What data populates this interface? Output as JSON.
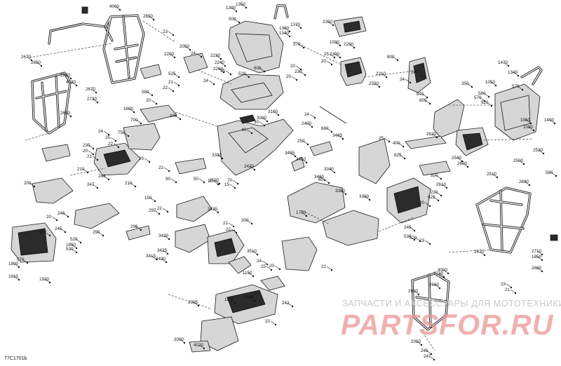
{
  "figure_code": "77C1701b",
  "watermark": {
    "caption": "ЗАПЧАСТИ И АКСЕССУАРЫ ДЛЯ МОТОТЕХНИКИ",
    "logo": "PARTSFOR.RU"
  },
  "callouts": [
    "4000",
    "2650",
    "1300",
    "1350",
    "1370",
    "1360",
    "1340",
    "1030",
    "570",
    "2350",
    "2290",
    "2300",
    "25",
    "20",
    "2310",
    "2320",
    "800",
    "247",
    "24",
    "845",
    "805",
    "1470",
    "1340",
    "1050",
    "570",
    "1400",
    "1060",
    "1080",
    "580",
    "920",
    "570",
    "350",
    "23",
    "2050",
    "2200",
    "24",
    "2230",
    "2240",
    "2260",
    "25",
    "525",
    "500",
    "520",
    "24",
    "600",
    "20",
    "230",
    "20",
    "2670",
    "2650",
    "2800",
    "4030",
    "2690",
    "2670",
    "2730",
    "580",
    "20",
    "21",
    "22",
    "1600",
    "100",
    "3100",
    "24",
    "2400",
    "680",
    "3000",
    "30",
    "40",
    "700",
    "750",
    "24",
    "25",
    "22",
    "230",
    "20",
    "21",
    "210",
    "20",
    "210",
    "246",
    "247",
    "22",
    "2620",
    "2510",
    "2540",
    "2530",
    "2500",
    "2600",
    "2610",
    "950",
    "625",
    "230",
    "20",
    "245",
    "530",
    "520",
    "23",
    "3465",
    "25",
    "400",
    "825",
    "200",
    "246",
    "20",
    "245",
    "290",
    "520",
    "1850",
    "530",
    "570",
    "1800",
    "247",
    "1910",
    "1920",
    "150",
    "297",
    "296",
    "3435",
    "22",
    "3415",
    "3420",
    "3425",
    "3430",
    "300",
    "21",
    "22",
    "3330",
    "70",
    "10",
    "15",
    "2420",
    "3455",
    "3450",
    "3460",
    "250",
    "3340",
    "1700",
    "3360",
    "3350",
    "60",
    "90",
    "50",
    "3500",
    "3510",
    "1150",
    "1100",
    "22",
    "24",
    "25",
    "20",
    "242",
    "2096",
    "2095",
    "2000",
    "4020",
    "2900",
    "2730",
    "4000",
    "2660",
    "2690",
    "580",
    "2710",
    "1850",
    "2660",
    "2670",
    "21",
    "23",
    "2050",
    "245",
    "247",
    "22"
  ]
}
